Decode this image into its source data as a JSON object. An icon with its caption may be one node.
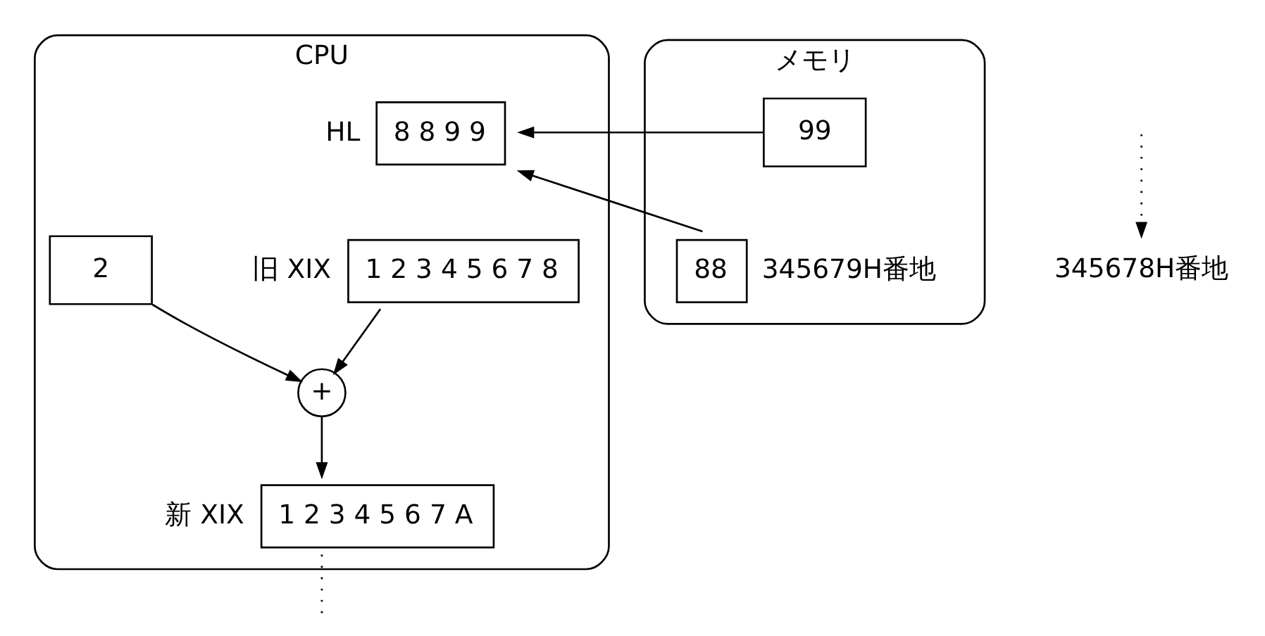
{
  "diagram": {
    "nodes": [
      {
        "text": [
          "CPU"
        ]
      },
      {
        "text": [
          "8 8 9 9"
        ],
        "beside": [
          "HL"
        ],
        "in": 0
      },
      {
        "text": [
          "1 2 3 4 5 6 7 8"
        ],
        "beside": [
          "旧 XIX"
        ],
        "in": 0
      },
      {
        "text": [
          "+"
        ],
        "in": 0
      },
      {
        "text": [
          "2"
        ],
        "in": 0
      },
      {
        "text": [
          "1 2 3 4 5 6 7 A"
        ],
        "beside": [
          "新 XIX"
        ],
        "in": 0
      },
      {
        "text": [
          "メモリ"
        ]
      },
      {
        "text": [
          "99"
        ],
        "in": 6
      },
      {
        "text": [
          "88"
        ],
        "beside": [
          "345679H番地"
        ],
        "in": 6
      },
      {
        "text": [
          "345678H番地"
        ]
      }
    ],
    "edges": [
      {
        "from": 7,
        "to": 1,
        "arrow": "to"
      },
      {
        "from": 8,
        "to": 1,
        "arrow": "to"
      },
      {
        "from": 2,
        "to": 3,
        "arrow": "to"
      },
      {
        "from": 4,
        "to": 3,
        "arrow": "to"
      },
      {
        "from": 3,
        "to": 5,
        "arrow": "to"
      },
      {
        "from": 5,
        "to": null,
        "arrow": "none",
        "style": "dashed"
      },
      {
        "from": null,
        "to": 9,
        "arrow": "to",
        "style": "dashed"
      }
    ]
  }
}
